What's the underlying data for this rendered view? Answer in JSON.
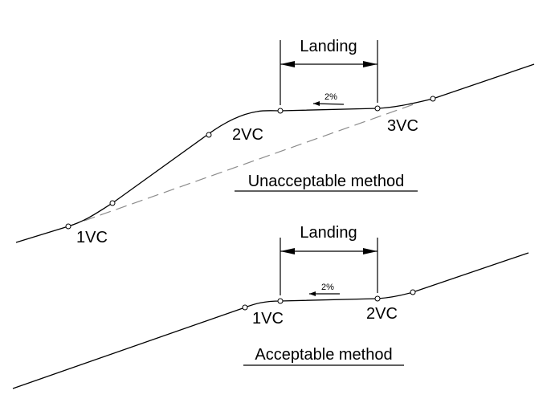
{
  "top": {
    "landing_label": "Landing",
    "slope_label": "2%",
    "vc_labels": [
      "1VC",
      "2VC",
      "3VC"
    ],
    "caption": "Unacceptable method"
  },
  "bottom": {
    "landing_label": "Landing",
    "slope_label": "2%",
    "vc_labels": [
      "1VC",
      "2VC"
    ],
    "caption": "Acceptable method"
  },
  "colors": {
    "ink": "#000000",
    "dashed_reference": "#8c8c8c",
    "background": "#ffffff"
  }
}
